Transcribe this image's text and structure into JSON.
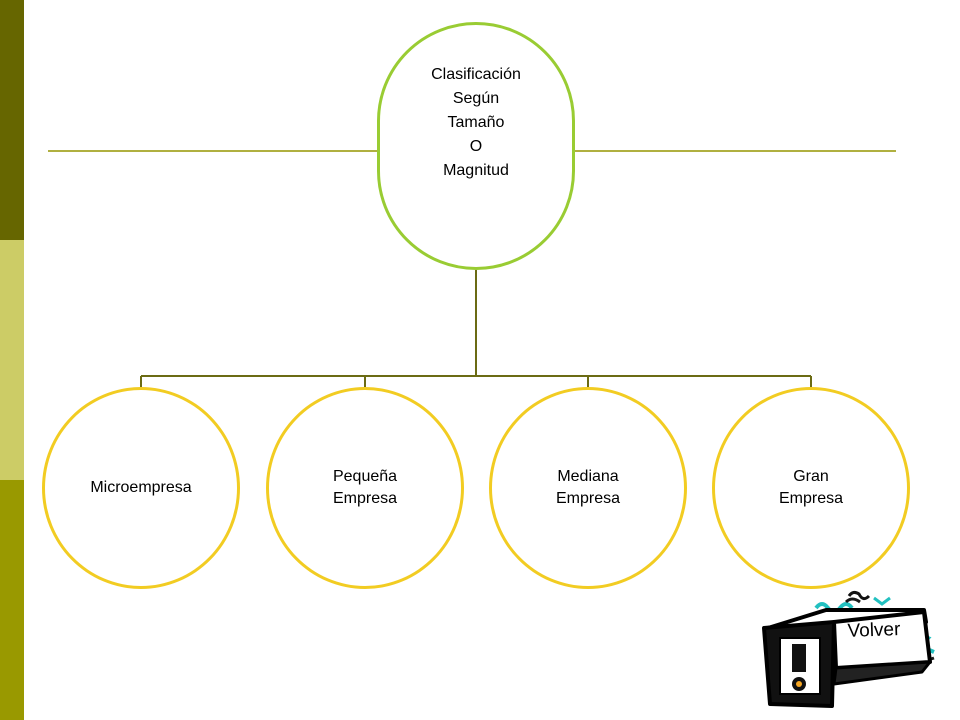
{
  "colors": {
    "sidebar_top": "#666600",
    "sidebar_middle": "#cccc66",
    "sidebar_bottom": "#999900",
    "title_rule": "#b0b040",
    "root_border": "#99cc33",
    "child_border": "#f2cc22",
    "connector": "#6b6b14"
  },
  "diagram": {
    "root": {
      "lines": [
        "Clasificación",
        "Según",
        "Tamaño",
        "O",
        "Magnitud"
      ]
    },
    "children": [
      {
        "lines": [
          "Microempresa"
        ]
      },
      {
        "lines": [
          "Pequeña",
          "Empresa"
        ]
      },
      {
        "lines": [
          "Mediana",
          "Empresa"
        ]
      },
      {
        "lines": [
          "Gran",
          "Empresa"
        ]
      }
    ]
  },
  "volver_button": {
    "label": "Volver",
    "icon": "exclamation-box-icon"
  }
}
